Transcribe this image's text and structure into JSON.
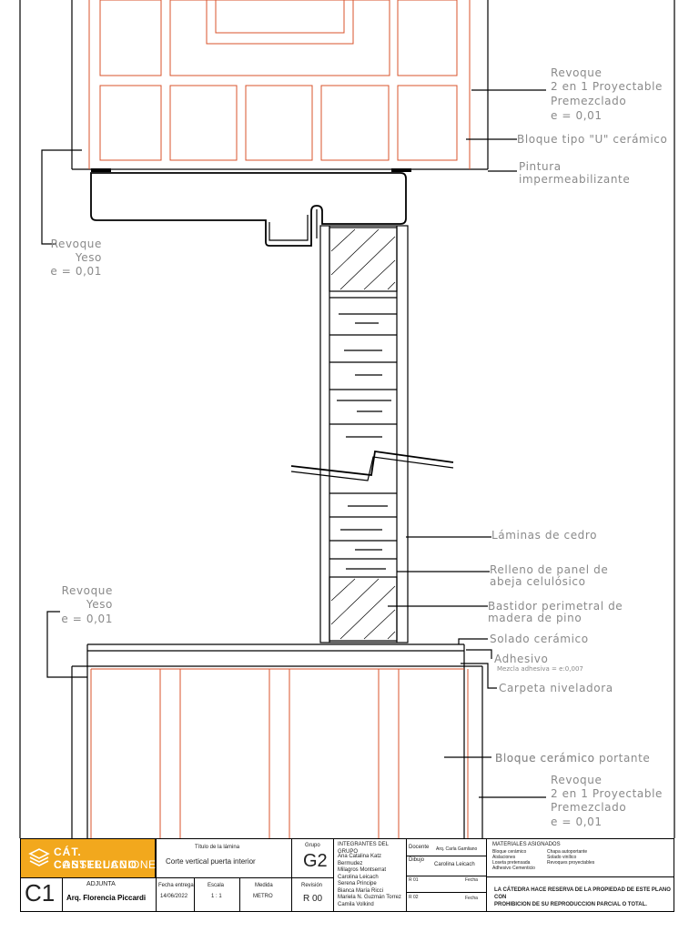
{
  "annotations": {
    "revoque_top": [
      "Revoque",
      "2 en 1 Proyectable",
      "Premezclado",
      "e = 0,01"
    ],
    "bloque_u": "Bloque tipo \"U\" cerámico",
    "pintura": [
      "Pintura",
      "impermeabilizante"
    ],
    "revoque_yeso_1": [
      "Revoque",
      "Yeso",
      "e = 0,01"
    ],
    "laminas": "Láminas de cedro",
    "relleno": [
      "Relleno de panel de",
      "abeja celulósico"
    ],
    "bastidor": [
      "Bastidor perimetral de",
      "madera de pino"
    ],
    "revoque_yeso_2": [
      "Revoque",
      "Yeso",
      "e = 0,01"
    ],
    "solado": "Solado cerámico",
    "adhesivo": "Adhesivo",
    "mezcla": "Mezcla adhesiva = e:0,007",
    "carpeta": "Carpeta niveladora",
    "bloque_portante_a": "Bloque cerámico portante",
    "bloque_portante_b": "Bloque cerámico",
    "revoque_bottom": [
      "Revoque",
      "2 en 1 Proyectable",
      "Premezclado",
      "e = 0,01"
    ]
  },
  "title_block": {
    "logo_line1": "CÁT. CASTELLANO",
    "logo_line2": "CONSTRUCCIONES",
    "sheet_code": "C1",
    "adjunta_label": "ADJUNTA",
    "adjunta_name": "Arq. Florencia Piccardi",
    "titulo_label": "Título de la lámina",
    "titulo": "Corte vertical puerta interior",
    "fecha_label": "Fecha entrega",
    "fecha": "14/06/2022",
    "escala_label": "Escala",
    "escala": "1 : 1",
    "medida_label": "Medida",
    "medida": "METRO",
    "grupo_label": "Grupo",
    "grupo": "G2",
    "revision_label": "Revisión",
    "revision": "R 00",
    "integrantes_label": "INTEGRANTES DEL GRUPO",
    "integrantes": [
      "Ana Catalina Katz Bermudez",
      "Milagros Montserrat",
      "Carolina Leicach",
      "Serena Principe",
      "Bianca María Ricci",
      "Mariela N. Guzmán Torrez",
      "Camila Volkind"
    ],
    "docente_label": "Docente",
    "docente": "Arq. Carla Gamliano",
    "dibujo_label": "Dibujo",
    "dibujo": "Carolina Leicach",
    "r01_label": "R 01",
    "r02_label": "R 02",
    "fecha_r_label": "Fecha",
    "materiales_label": "MATERIALES ASIGNADOS",
    "materiales_col1": [
      "Bloque cerámico",
      "Aislaciones",
      "Losetа pretensada",
      "Adhesivo Cementicio"
    ],
    "materiales_col2": [
      "Chapa autoportante",
      "Solado vinílico",
      "Revoques proyectables"
    ],
    "disclaimer": [
      "LA CÁTEDRA HACE RESERVA DE LA PROPIEDAD DE ESTE PLANO CON",
      "PROHIBICION DE SU REPRODUCCION PARCIAL O TOTAL."
    ]
  }
}
